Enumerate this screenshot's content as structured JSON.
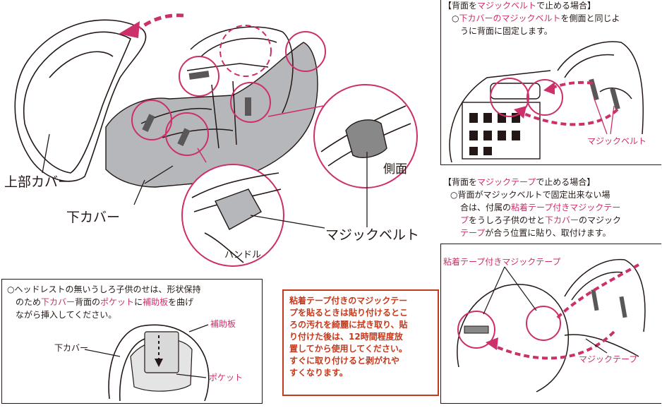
{
  "colors": {
    "accent": "#cc2f6a",
    "note_text": "#c43a1e",
    "line": "#231815",
    "gray": "#b6b7ba"
  },
  "main": {
    "upper_cover": "上部カバー",
    "lower_cover": "下カバー",
    "side": "側面",
    "magic_belt": "マジックベルト",
    "handle": "ハンドル"
  },
  "headrest_box": {
    "line1_parts": [
      "○ヘッドレストの無いうしろ子供のせは、形状保持"
    ],
    "line2_pre": "のため",
    "line2_kw1": "下カバー",
    "line2_mid": "背面の",
    "line2_kw2": "ポケット",
    "line2_mid2": "に",
    "line2_kw3": "補助板",
    "line2_post": "を曲げ",
    "line3": "ながら挿入してください。",
    "label_board": "補助板",
    "label_lower_cover": "下カバー",
    "label_pocket": "ポケット"
  },
  "note_box": {
    "lines": [
      "粘着テープ付きのマジックテー",
      "プを貼るときは貼り付けるとこ",
      "ろの汚れを綺麗に拭き取り、貼",
      "り付けた後は、12時間程度放",
      "置してから使用してください。",
      "すぐに取り付けると剥がれや",
      "すくなります。"
    ]
  },
  "belt_section": {
    "title_pre": "【背面を",
    "title_kw": "マジックベルト",
    "title_post": "で止める場合】",
    "line1_pre": "○",
    "line1_kw": "下カバーのマジックベルト",
    "line1_post": "を側面と同じよ",
    "line2": "うに背面に固定します。",
    "label": "マジックベルト"
  },
  "tape_section": {
    "title_pre": "【背面を",
    "title_kw": "マジックテープ",
    "title_post": "で止める場合】",
    "line1": "○背面がマジックベルトで固定出来ない場",
    "line2_pre": "合は、付属の",
    "line2_kw": "粘着テープ付きマジックテー",
    "line3_kw": "プ",
    "line3_post": "をうしろ子供のせと",
    "line3_kw2": "下カバー",
    "line3_post2": "のマジック",
    "line4_kw": "テープ",
    "line4_post": "が合う位置に貼り、取付けます。",
    "label_adhesive": "粘着テープ付きマジックテープ",
    "label_tape": "マジックテープ"
  }
}
